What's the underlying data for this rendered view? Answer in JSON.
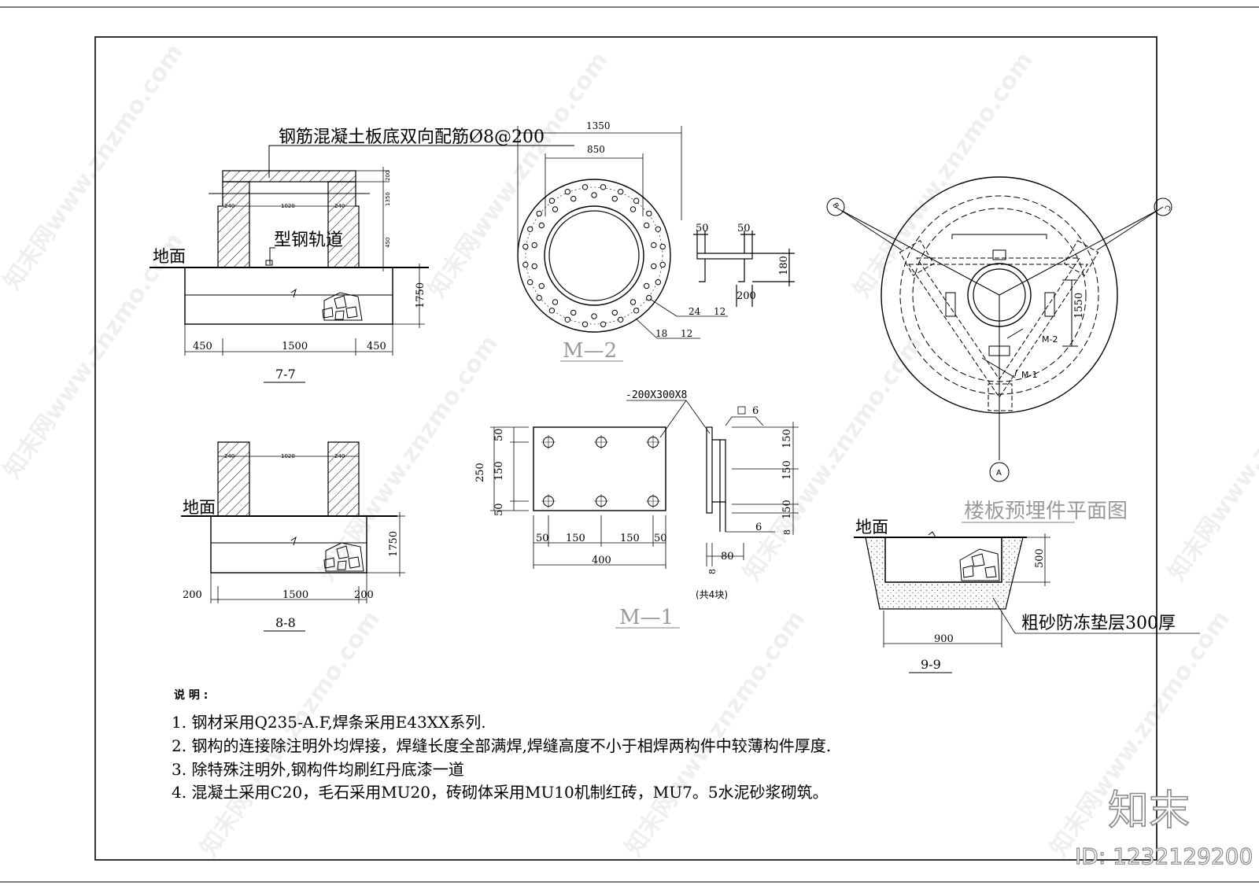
{
  "section_77": {
    "top_note": "钢筋混凝土板底双向配筋Ø8@200",
    "rail_label": "型钢轨道",
    "ground_label": "地面",
    "dims": {
      "left": "450",
      "mid": "1500",
      "right": "450",
      "depth": "1750",
      "inner": "1020",
      "wall_l": "240",
      "wall_r": "240",
      "h1": "200",
      "h2": "1350",
      "h3": "450"
    },
    "title": "7-7"
  },
  "section_88": {
    "ground_label": "地面",
    "dims": {
      "left": "200",
      "mid": "1500",
      "right": "200",
      "depth": "1750",
      "inner": "1020",
      "wall_l": "240",
      "wall_r": "240"
    },
    "title": "8-8"
  },
  "m2": {
    "dims": {
      "outer": "1350",
      "inner": "850",
      "flange_w1": "50",
      "flange_w2": "50",
      "flange_h": "180",
      "flange_base": "200",
      "note_a1": "24",
      "note_a2": "12",
      "note_b1": "18",
      "note_b2": "12"
    },
    "title": "M—2"
  },
  "m1": {
    "spec": "-200X300X8",
    "dims": {
      "w50a": "50",
      "w150a": "150",
      "w150b": "150",
      "w50b": "50",
      "total_w": "400",
      "h50a": "50",
      "h150": "150",
      "h50b": "50",
      "total_h": "250",
      "s150a": "150",
      "s150b": "150",
      "s150c": "150",
      "s6a": "6",
      "s6b": "6",
      "s80": "80",
      "s8a": "8",
      "s8b": "8"
    },
    "count": "(共4块)",
    "title": "M—1"
  },
  "plan": {
    "axis_b": "B",
    "axis_c": "C",
    "axis_a": "A",
    "label_m2": "M-2",
    "label_m1": "M-1",
    "dim_1550": "1550",
    "title": "楼板预埋件平面图"
  },
  "section_99": {
    "ground_label": "地面",
    "depth": "500",
    "width": "900",
    "note": "粗砂防冻垫层300厚",
    "title": "9-9"
  },
  "notes": {
    "header": "说 明 :",
    "items": [
      "1. 钢材采用Q235-A.F,焊条采用E43XX系列.",
      "2. 钢构的连接除注明外均焊接，焊缝长度全部满焊,焊缝高度不小于相焊两构件中较薄构件厚度.",
      "3. 除特殊注明外,钢构件均刷红丹底漆一道",
      "4. 混凝土采用C20，毛石采用MU20，砖砌体采用MU10机制红砖，MU7。5水泥砂浆砌筑。"
    ]
  },
  "brand": {
    "logo": "知末",
    "id": "ID: 1232129200",
    "watermark": "知末网www.znzmo.com"
  }
}
